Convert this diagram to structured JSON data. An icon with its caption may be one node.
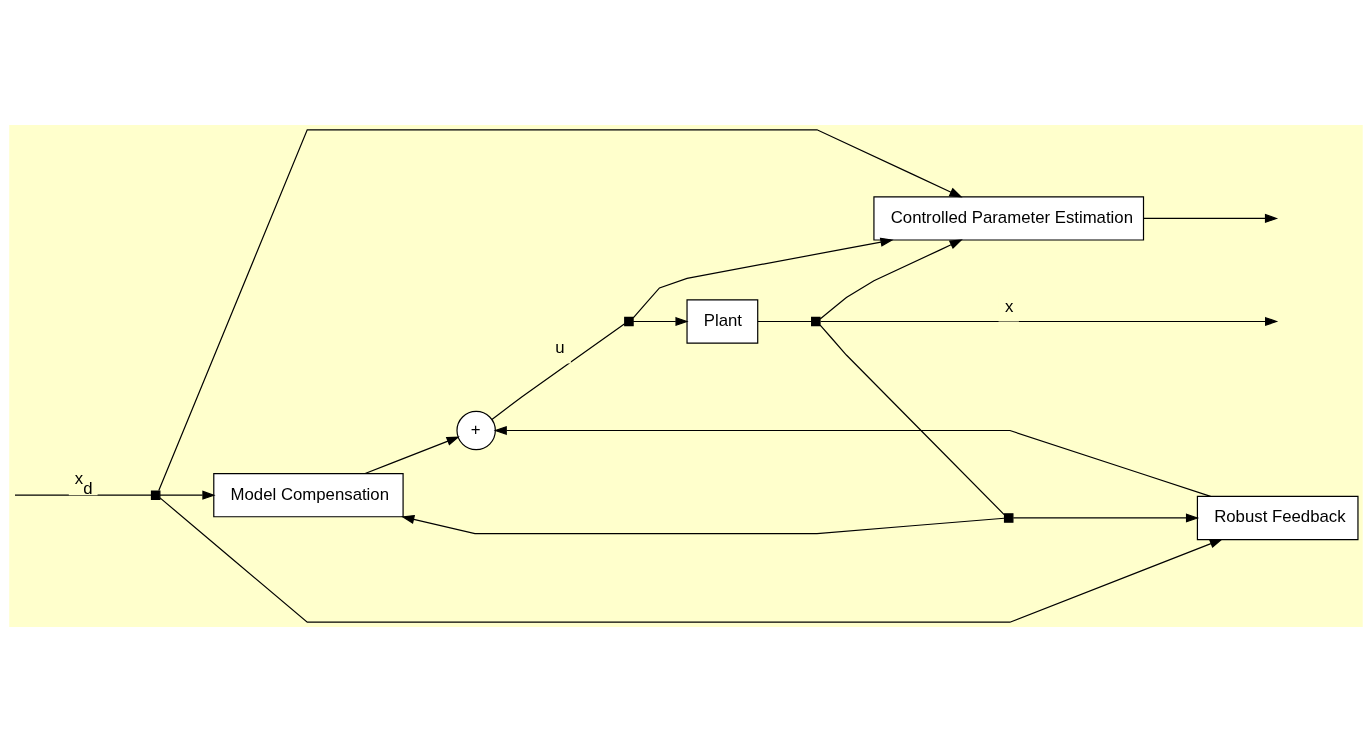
{
  "diagram": {
    "nodes": [
      {
        "text": [
          "Controlled Parameter Estimation"
        ]
      },
      {
        "text": [],
        "shape": "box"
      },
      {
        "text": [
          "Model Compensation"
        ]
      },
      {
        "text": [
          "+"
        ]
      },
      {
        "text": [],
        "shape": "box"
      },
      {
        "text": [
          "Plant"
        ]
      },
      {
        "text": [],
        "shape": "box"
      },
      {
        "text": [],
        "shape": "box"
      },
      {
        "text": [
          "Robust Feedback"
        ]
      }
    ],
    "edges": [
      {
        "from": null,
        "to": 1,
        "arrow": "none",
        "label": "x$_{d}$"
      },
      {
        "from": 1,
        "to": 2,
        "arrow": "to"
      },
      {
        "from": 1,
        "to": 0,
        "arrow": "to"
      },
      {
        "from": 1,
        "to": 8,
        "arrow": "to"
      },
      {
        "from": 2,
        "to": 3,
        "arrow": "to"
      },
      {
        "from": 8,
        "to": 3,
        "arrow": "to"
      },
      {
        "from": 3,
        "to": 4,
        "arrow": "none",
        "label": "u"
      },
      {
        "from": 4,
        "to": 5,
        "arrow": "to"
      },
      {
        "from": 4,
        "to": 0,
        "arrow": "to"
      },
      {
        "from": 5,
        "to": 6,
        "arrow": "none"
      },
      {
        "from": 6,
        "to": null,
        "arrow": "to",
        "label": "x"
      },
      {
        "from": 6,
        "to": 0,
        "arrow": "to"
      },
      {
        "from": 6,
        "to": 7,
        "arrow": "none"
      },
      {
        "from": 7,
        "to": 2,
        "arrow": "to"
      },
      {
        "from": 7,
        "to": 8,
        "arrow": "to"
      },
      {
        "from": 0,
        "to": null,
        "arrow": "to"
      }
    ]
  }
}
